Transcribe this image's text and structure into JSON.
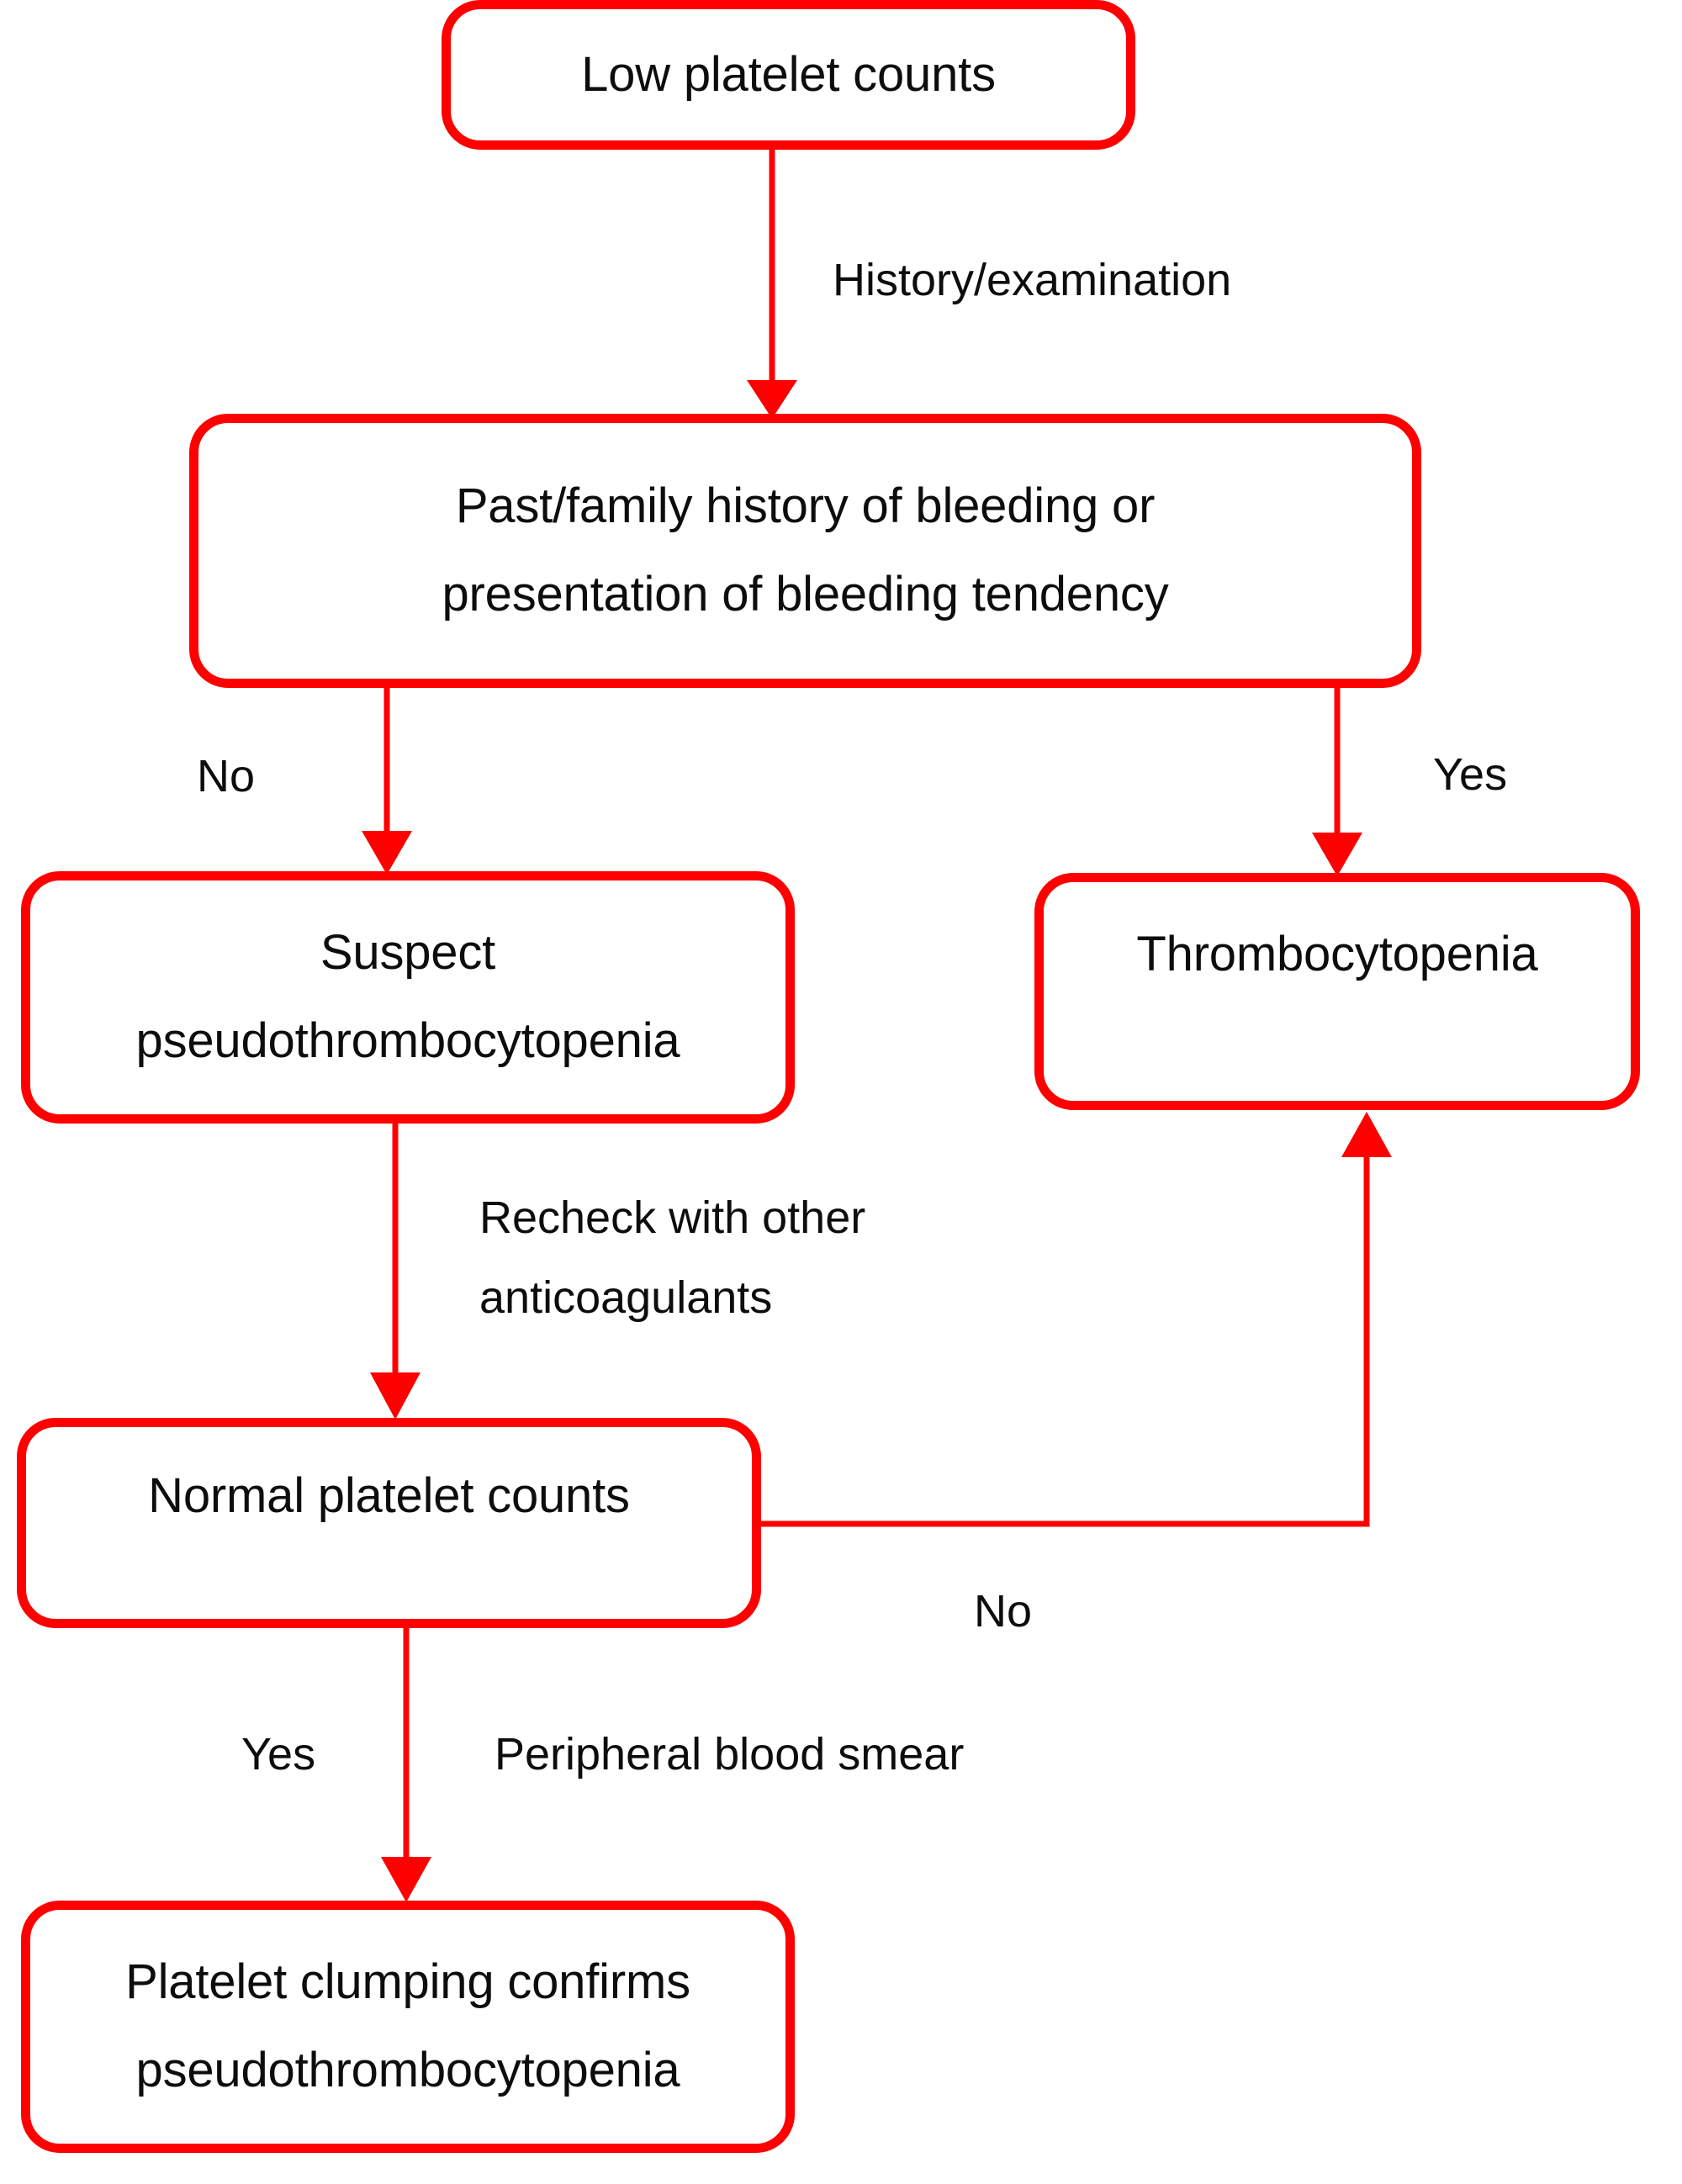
{
  "diagram": {
    "title": "Diagnostic flowchart for pseudothrombocytopenia",
    "colors": {
      "node_border": "#FF0000",
      "edge": "#FF0000",
      "node_fill": "#FFFFFF",
      "text": "#0D0D0D",
      "background": "#FFFFFF"
    },
    "nodes": [
      {
        "id": "low-platelet-counts",
        "lines": [
          "Low platelet counts"
        ],
        "shape": "rounded-rectangle"
      },
      {
        "id": "bleeding-history",
        "lines": [
          "Past/family history of bleeding or",
          "presentation of bleeding tendency"
        ],
        "shape": "rounded-rectangle"
      },
      {
        "id": "suspect-pseudothrombocytopenia",
        "lines": [
          "Suspect",
          "pseudothrombocytopenia"
        ],
        "shape": "rounded-rectangle"
      },
      {
        "id": "thrombocytopenia",
        "lines": [
          "Thrombocytopenia"
        ],
        "shape": "rounded-rectangle"
      },
      {
        "id": "normal-platelet-counts",
        "lines": [
          "Normal platelet counts"
        ],
        "shape": "rounded-rectangle"
      },
      {
        "id": "platelet-clumping-confirms",
        "lines": [
          "Platelet clumping confirms",
          "pseudothrombocytopenia"
        ],
        "shape": "rounded-rectangle"
      }
    ],
    "edges": [
      {
        "id": "edge-history-examination",
        "from": "low-platelet-counts",
        "to": "bleeding-history",
        "label": "History/examination",
        "arrow": "down"
      },
      {
        "id": "edge-no-to-suspect",
        "from": "bleeding-history",
        "to": "suspect-pseudothrombocytopenia",
        "label": "No",
        "arrow": "down"
      },
      {
        "id": "edge-yes-to-thrombocytopenia",
        "from": "bleeding-history",
        "to": "thrombocytopenia",
        "label": "Yes",
        "arrow": "down"
      },
      {
        "id": "edge-recheck-anticoagulants",
        "from": "suspect-pseudothrombocytopenia",
        "to": "normal-platelet-counts",
        "label_line1": "Recheck with other",
        "label_line2": "anticoagulants",
        "arrow": "down"
      },
      {
        "id": "edge-no-back-to-thrombocytopenia",
        "from": "normal-platelet-counts",
        "to": "thrombocytopenia",
        "label": "No",
        "arrow": "up"
      },
      {
        "id": "edge-yes-peripheral-smear",
        "from": "normal-platelet-counts",
        "to": "platelet-clumping-confirms",
        "label_left": "Yes",
        "label_right": "Peripheral blood smear",
        "arrow": "down"
      }
    ],
    "labels": {
      "history_examination": "History/examination",
      "no_upper": "No",
      "yes_upper": "Yes",
      "recheck_line1": "Recheck with other",
      "recheck_line2": "anticoagulants",
      "no_lower": "No",
      "yes_lower": "Yes",
      "peripheral_blood_smear": "Peripheral blood smear"
    }
  }
}
